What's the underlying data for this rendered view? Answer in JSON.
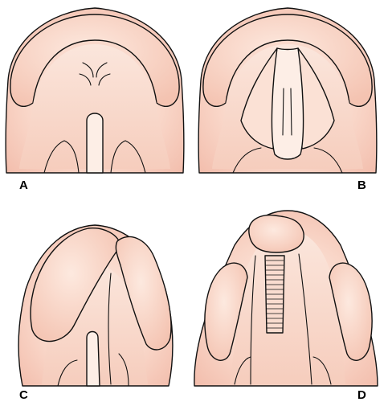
{
  "panels": [
    {
      "label": "A",
      "description_id": "panel-a"
    },
    {
      "label": "B",
      "description_id": "panel-b"
    },
    {
      "label": "C",
      "description_id": "panel-c"
    },
    {
      "label": "D",
      "description_id": "panel-d"
    }
  ],
  "colors": {
    "tissue": "#f6c9b9",
    "tissue_light": "#fbe3d8",
    "tissue_highlight": "#fdf1ea",
    "outline": "#111111",
    "background": "#ffffff"
  }
}
